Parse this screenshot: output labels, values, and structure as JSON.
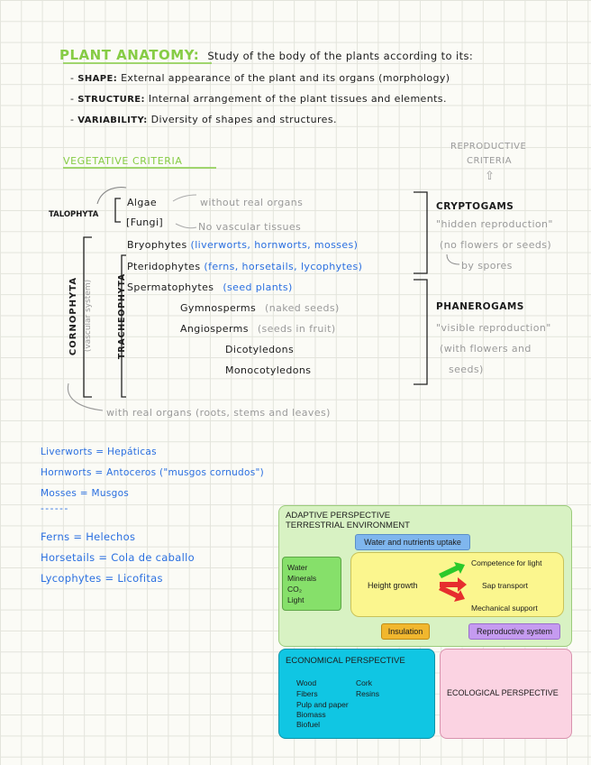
{
  "title": {
    "heading": "PLANT ANATOMY:",
    "description": "Study of the body of the plants according to its:"
  },
  "definitions": [
    {
      "term": "SHAPE:",
      "text": "External appearance of the plant and its organs (morphology)"
    },
    {
      "term": "STRUCTURE:",
      "text": "Internal arrangement of the plant tissues and elements."
    },
    {
      "term": "VARIABILITY:",
      "text": "Diversity of shapes and structures."
    }
  ],
  "criteria": {
    "vegetative": "VEGETATIVE CRITERIA",
    "reproductive_line1": "REPRODUCTIVE",
    "reproductive_line2": "CRITERIA",
    "arrow": "⇧"
  },
  "taxonomy": {
    "talophyta": "TALOPHYTA",
    "algae": "Algae",
    "fungi": "[Fungi]",
    "no_real_organs": "without real organs",
    "no_vascular": "No vascular tissues",
    "cornophyta": "CORNOPHYTA",
    "vascular_system": "(vascular system)",
    "tracheophyta": "TRACHEOPHYTA",
    "bryophytes": "Bryophytes",
    "bryophytes_note": "(liverworts, hornworts, mosses)",
    "pteridophytes": "Pteridophytes",
    "pteridophytes_note": "(ferns, horsetails, lycophytes)",
    "spermatophytes": "Spermatophytes",
    "spermatophytes_note": "(seed plants)",
    "gymnosperms": "Gymnosperms",
    "gymnosperms_note": "(naked seeds)",
    "angiosperms": "Angiosperms",
    "angiosperms_note": "(seeds in fruit)",
    "dicotyledons": "Dicotyledons",
    "monocotyledons": "Monocotyledons",
    "real_organs": "with real organs (roots, stems and leaves)",
    "cryptogams": "CRYPTOGAMS",
    "cryptogams_note1": "\"hidden reproduction\"",
    "cryptogams_note2": "(no flowers or seeds)",
    "cryptogams_note3": "by spores",
    "phanerogams": "PHANEROGAMS",
    "phanerogams_note1": "\"visible reproduction\"",
    "phanerogams_note2": "(with flowers and",
    "phanerogams_note3": "seeds)"
  },
  "glossary": [
    "Liverworts = Hepáticas",
    "Hornworts = Antoceros (\"musgos cornudos\")",
    "Mosses = Musgos",
    "------",
    "Ferns = Helechos",
    "Horsetails = Cola de caballo",
    "Lycophytes = Licofitas"
  ],
  "diagram": {
    "adaptive_title1": "ADAPTIVE PERSPECTIVE",
    "adaptive_title2": "TERRESTRIAL ENVIRONMENT",
    "water_nutrients": "Water and nutrients uptake",
    "resources": [
      "Water",
      "Minerals",
      "CO₂",
      "Light"
    ],
    "height_growth": "Height growth",
    "competence": "Competence for light",
    "sap": "Sap transport",
    "mechanical": "Mechanical support",
    "insulation": "Insulation",
    "reproductive_system": "Reproductive system",
    "economical_title": "ECONOMICAL PERSPECTIVE",
    "economical_col1": [
      "Wood",
      "Fibers",
      "Pulp and paper",
      "Biomass",
      "Biofuel"
    ],
    "economical_col2": [
      "Cork",
      "Resins"
    ],
    "ecological_title": "ECOLOGICAL PERSPECTIVE"
  },
  "colors": {
    "green_heading": "#86cc45",
    "blue_notes": "#2a6fe0",
    "adaptive_bg": "#d8f2c3",
    "economical_bg": "#10c6e3",
    "ecological_bg": "#fbd3e2"
  }
}
